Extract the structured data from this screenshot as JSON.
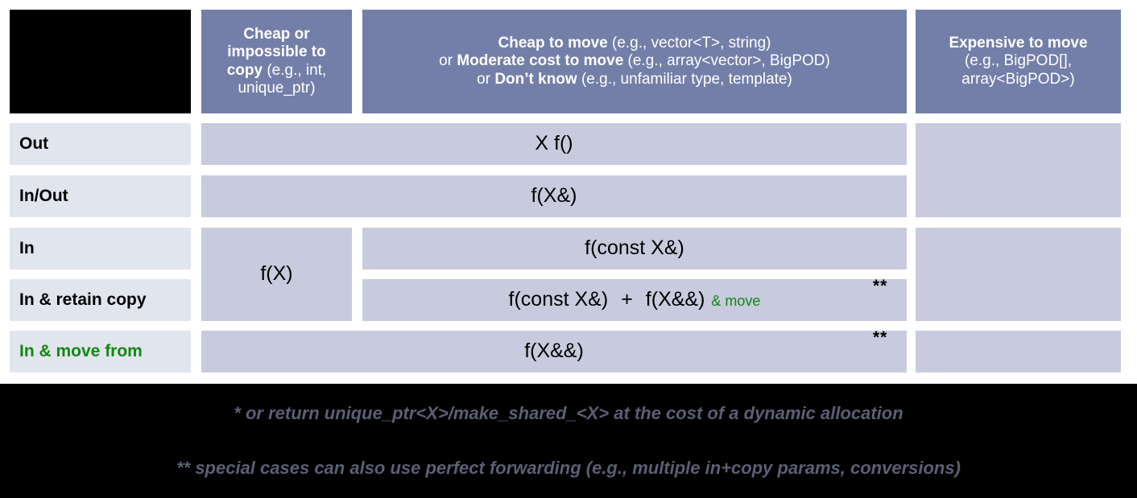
{
  "title": "C++ parameter passing guidelines table",
  "colors": {
    "header_blue": "#737fa8",
    "body_cell": "#c7cbdd",
    "row_label": "#e1e5ee",
    "green": "#118811",
    "footer_bg": "#000000",
    "footnote_text": "#5a6073"
  },
  "corner": {
    "label": ""
  },
  "columns": [
    {
      "id": "cheap-or-impossible-to-copy",
      "lines": [
        {
          "bold": "Cheap or",
          "rest": ""
        },
        {
          "bold": "impossible to",
          "rest": ""
        },
        {
          "bold": "copy",
          "rest": " (e.g., int,"
        },
        {
          "bold": "",
          "rest": "unique_ptr)"
        }
      ],
      "plain": "Cheap or impossible to copy (e.g., int, unique_ptr)"
    },
    {
      "id": "cheap-to-move",
      "lines": [
        {
          "bold": "Cheap to move",
          "rest": " (e.g., vector<T>, string)"
        },
        {
          "pre": "or ",
          "bold": "Moderate cost to move",
          "rest": " (e.g., array<vector>, BigPOD)"
        },
        {
          "pre": "or ",
          "bold": "Don’t know",
          "rest": " (e.g., unfamiliar type, template)"
        }
      ],
      "plain": "Cheap to move (e.g., vector<T>, string) or Moderate cost to move (e.g., array<vector>, BigPOD) or Don’t know (e.g., unfamiliar type, template)"
    },
    {
      "id": "expensive-to-move",
      "lines": [
        {
          "bold": "Expensive to move",
          "rest": ""
        },
        {
          "bold": "",
          "rest": "(e.g., BigPOD[],"
        },
        {
          "bold": "",
          "rest": "array<BigPOD>)"
        }
      ],
      "plain": "Expensive to move (e.g., BigPOD[], array<BigPOD>)"
    }
  ],
  "rows": [
    {
      "id": "out",
      "label": "Out",
      "green": false
    },
    {
      "id": "in-out",
      "label": "In/Out",
      "green": false
    },
    {
      "id": "in",
      "label": "In",
      "green": false
    },
    {
      "id": "in-retain-copy",
      "label": "In & retain copy",
      "green": false
    },
    {
      "id": "in-move-from",
      "label": "In & move from",
      "green": true
    }
  ],
  "cells": {
    "out_signature": "X f()",
    "in_out_signature": "f(X&)",
    "in_cheap_copy_signature": "f(X)",
    "in_signature": "f(const X&)",
    "retain_copy_left": "f(const X&)",
    "retain_copy_plus": "+",
    "retain_copy_right": "f(X&&)",
    "retain_copy_suffix": "& move",
    "move_from_signature": "f(X&&)",
    "marker_retain_copy": "**",
    "marker_move_from": "**"
  },
  "footnotes": [
    "* or return unique_ptr<X>/make_shared_<X> at the cost of a dynamic allocation",
    "** special cases can also use perfect forwarding (e.g., multiple in+copy params, conversions)"
  ]
}
